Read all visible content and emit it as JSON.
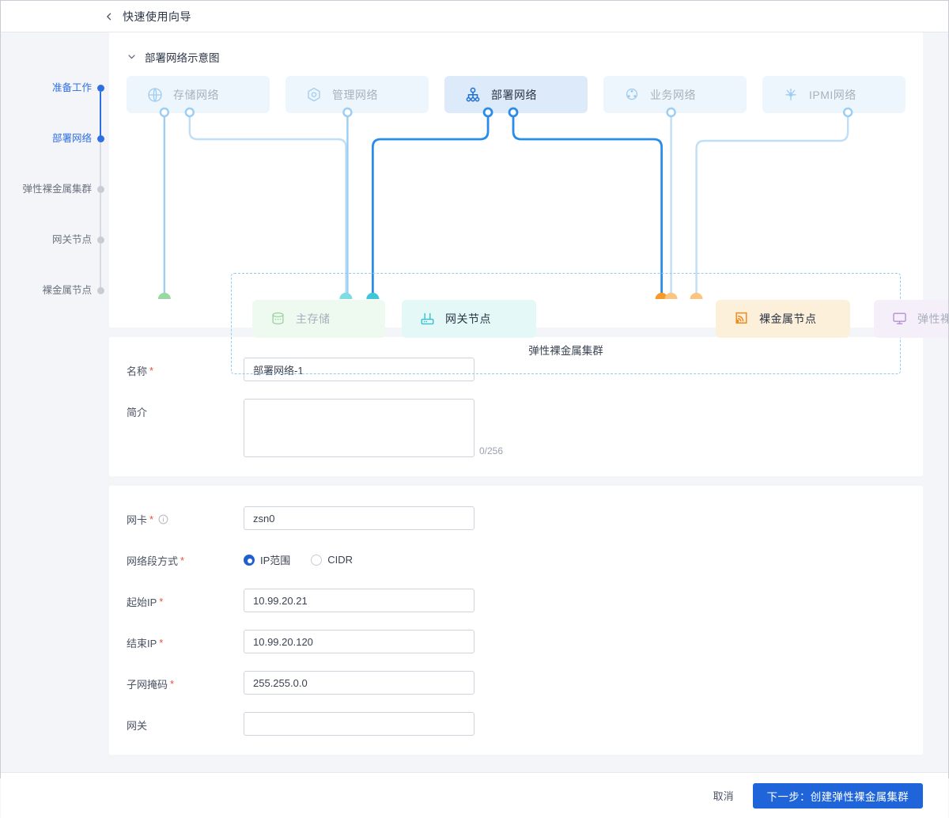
{
  "topbar": {
    "back_icon": "chevron-left-icon",
    "title": "快速使用向导"
  },
  "steps": [
    {
      "label": "准备工作",
      "active": true
    },
    {
      "label": "部署网络",
      "active": true
    },
    {
      "label": "弹性裸金属集群",
      "active": false
    },
    {
      "label": "网关节点",
      "active": false
    },
    {
      "label": "裸金属节点",
      "active": false
    }
  ],
  "diagram": {
    "caret": "⌄",
    "title": "部署网络示意图",
    "networks": [
      {
        "label": "存储网络",
        "icon": "globe-icon",
        "active": false
      },
      {
        "label": "管理网络",
        "icon": "hexagon-target-icon",
        "active": false
      },
      {
        "label": "部署网络",
        "icon": "network-tree-icon",
        "active": true
      },
      {
        "label": "业务网络",
        "icon": "cloud-nodes-icon",
        "active": false
      },
      {
        "label": "IPMI网络",
        "icon": "ipmi-antenna-icon",
        "active": false
      }
    ],
    "nodes": [
      {
        "label": "主存储",
        "icon": "database-icon"
      },
      {
        "label": "网关节点",
        "icon": "router-icon"
      },
      {
        "label": "裸金属节点",
        "icon": "signal-broadcast-icon"
      },
      {
        "label": "弹性裸金属实例",
        "icon": "monitor-icon"
      }
    ],
    "cluster_label": "弹性裸金属集群",
    "colors": {
      "accent": "#1f6fd4",
      "card_bg": "#eef6fd",
      "card_bg_active": "#dceaf9",
      "storage": "#96d39e",
      "gateway": "#37bfcf",
      "bare_metal": "#f08a1e",
      "instance": "#b58fd8",
      "cluster_border": "#8ecbf5"
    }
  },
  "form_basic": {
    "name": {
      "label": "名称",
      "required": true,
      "value": "部署网络-1",
      "placeholder": ""
    },
    "desc": {
      "label": "简介",
      "required": false,
      "value": "",
      "placeholder": "",
      "counter": "0/256"
    }
  },
  "form_network": {
    "nic": {
      "label": "网卡",
      "required": true,
      "value": "zsn0",
      "placeholder": "",
      "info_icon": "info-circle-icon"
    },
    "segment_mode": {
      "label": "网络段方式",
      "required": true,
      "options": [
        {
          "label": "IP范围",
          "selected": true
        },
        {
          "label": "CIDR",
          "selected": false
        }
      ]
    },
    "start_ip": {
      "label": "起始IP",
      "required": true,
      "value": "10.99.20.21",
      "placeholder": ""
    },
    "end_ip": {
      "label": "结束IP",
      "required": true,
      "value": "10.99.20.120",
      "placeholder": ""
    },
    "netmask": {
      "label": "子网掩码",
      "required": true,
      "value": "255.255.0.0",
      "placeholder": ""
    },
    "gateway": {
      "label": "网关",
      "required": false,
      "value": "",
      "placeholder": ""
    }
  },
  "footer": {
    "cancel_label": "取消",
    "next_label": "下一步：创建弹性裸金属集群"
  }
}
